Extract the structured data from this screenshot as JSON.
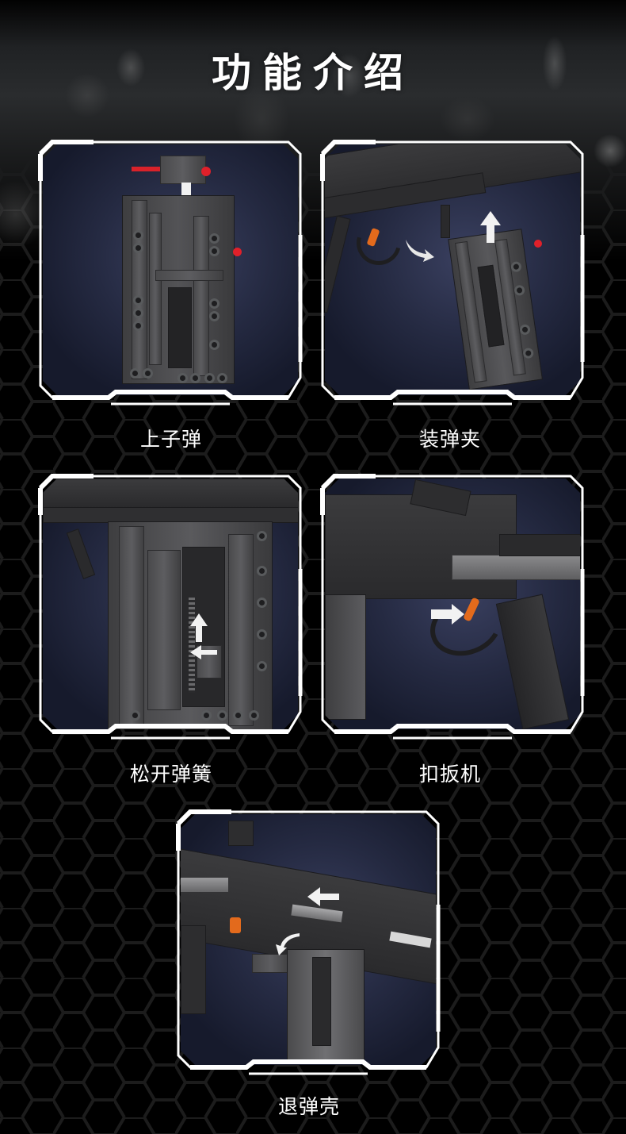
{
  "page": {
    "title": "功能介绍",
    "background_color": "#000000",
    "honeycomb_color": "#1c1c1c",
    "frame_color": "#ffffff",
    "panel_bg_color": "#252a42"
  },
  "features": [
    {
      "label": "上子弹",
      "image": "magazine-loading-bullet-illustration"
    },
    {
      "label": "装弹夹",
      "image": "magazine-insertion-illustration"
    },
    {
      "label": "松开弹簧",
      "image": "spring-release-illustration"
    },
    {
      "label": "扣扳机",
      "image": "trigger-pull-illustration"
    },
    {
      "label": "退弹壳",
      "image": "shell-ejection-illustration"
    }
  ]
}
